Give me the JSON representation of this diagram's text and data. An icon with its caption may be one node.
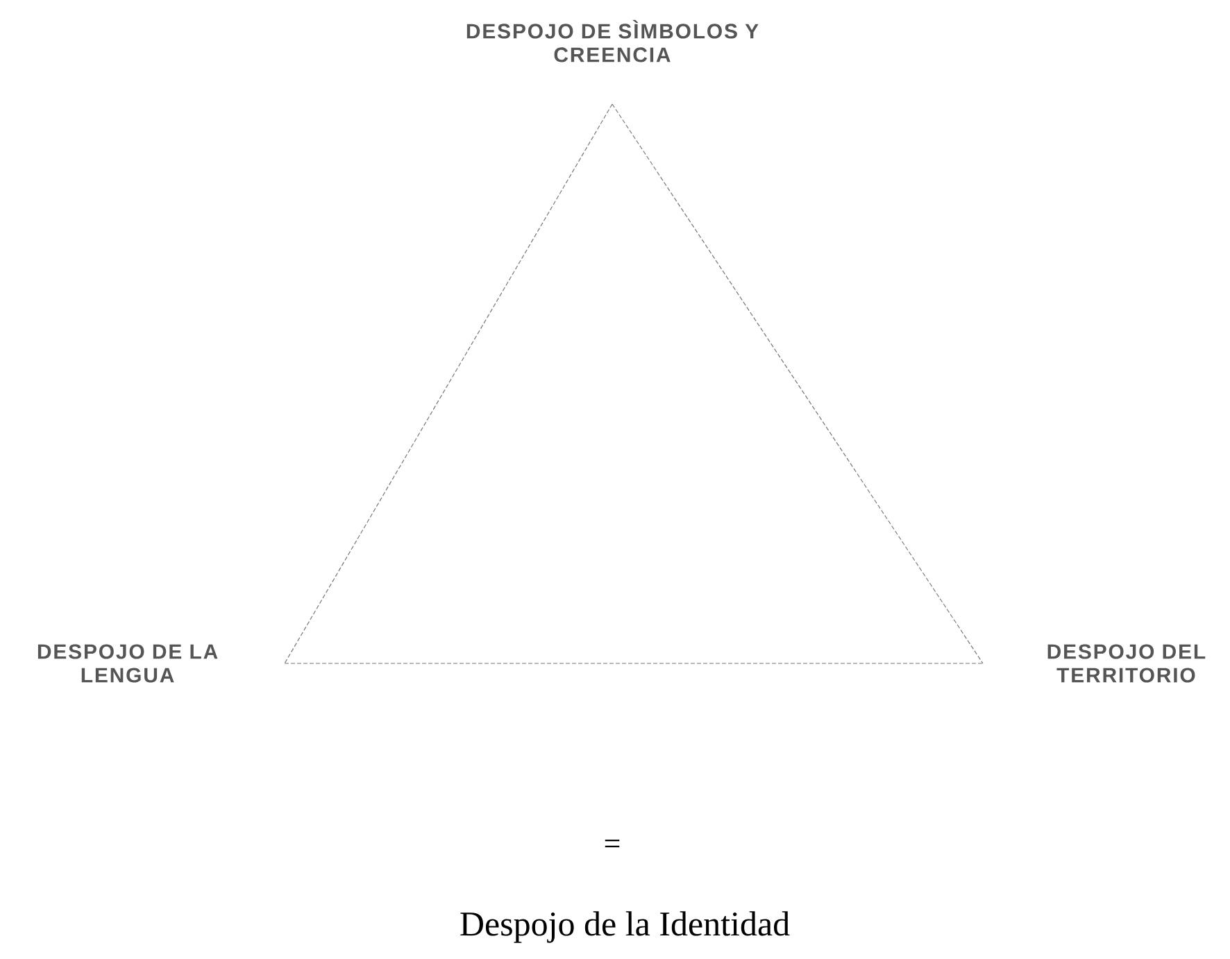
{
  "diagram": {
    "nodes": [
      {
        "text": [
          "DESPOJO DE SÌMBOLOS Y CREENCIA"
        ]
      },
      {
        "text": [
          "DESPOJO DE LA LENGUA"
        ]
      },
      {
        "text": [
          "DESPOJO DEL TERRITORIO"
        ]
      }
    ],
    "edges": [
      {
        "from": 0,
        "to": 1,
        "arrow": "none",
        "style": "dashed"
      },
      {
        "from": 0,
        "to": 2,
        "arrow": "none",
        "style": "dashed"
      },
      {
        "from": 1,
        "to": 2,
        "arrow": "none",
        "style": "dashed"
      }
    ],
    "labels": [
      "=",
      "Despojo de la Identidad"
    ]
  }
}
